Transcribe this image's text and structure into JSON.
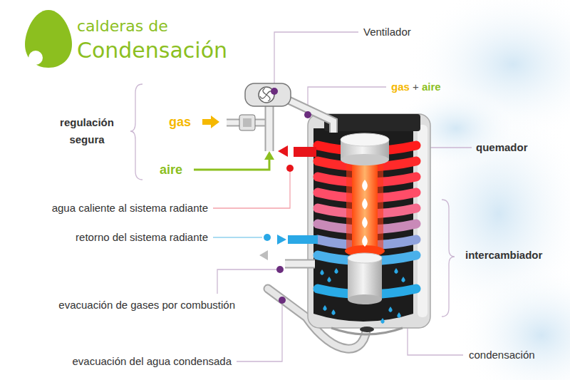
{
  "diagram": {
    "title": "calderas de Condensación",
    "labels": [
      "Ventilador",
      "gas",
      "+",
      "aire",
      "regulación segura",
      "gas",
      "aire",
      "quemador",
      "agua caliente al sistema radiante",
      "retorno del sistema radiante",
      "intercambiador",
      "evacuación de gases por combustión",
      "condensación",
      "evacuación del agua condensada"
    ]
  }
}
